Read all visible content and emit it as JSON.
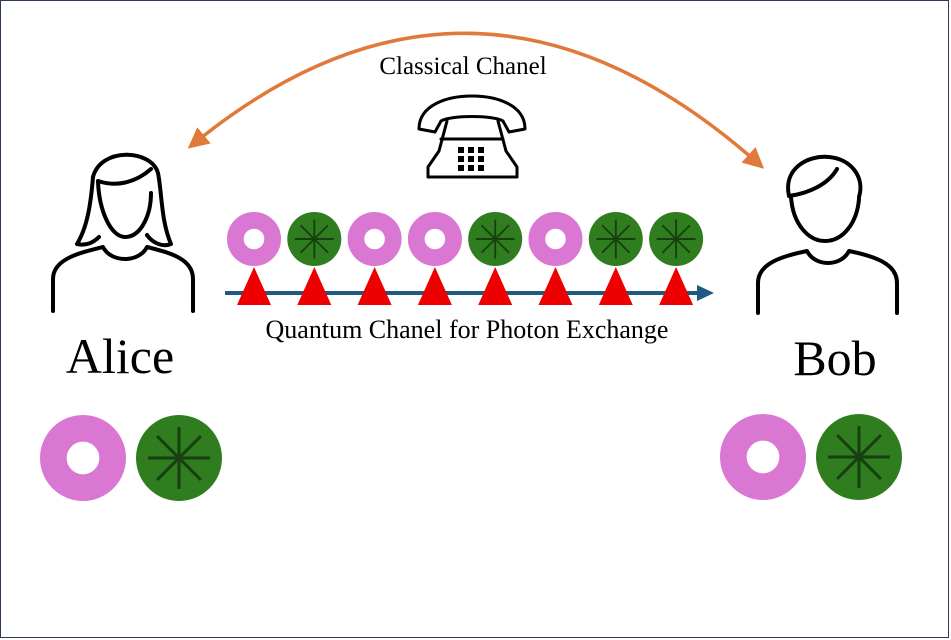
{
  "labels": {
    "classical_channel": "Classical Chanel",
    "quantum_channel": "Quantum Chanel for Photon Exchange",
    "alice": "Alice",
    "bob": "Bob"
  },
  "colors": {
    "ring": "#d977d3",
    "disc": "#2f7d1f",
    "disc_lines": "#173f10",
    "triangle": "#ee0000",
    "quantum_arrow": "#1f5b80",
    "classical_arrow": "#e07a3a",
    "outline": "#000000"
  },
  "photon_sequence": [
    "ring",
    "disc",
    "ring",
    "ring",
    "disc",
    "ring",
    "disc",
    "disc"
  ],
  "alice_bases": [
    "ring",
    "disc"
  ],
  "bob_bases": [
    "ring",
    "disc"
  ]
}
